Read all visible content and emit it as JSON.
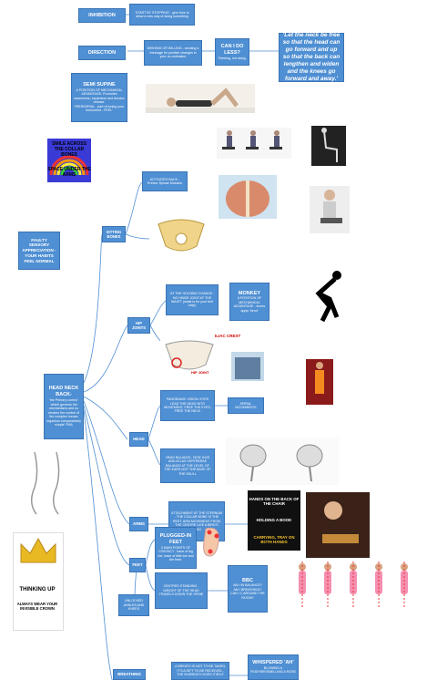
{
  "nodes": {
    "inhibition": "INHIBITION",
    "inhibition_detail": "'START BY STOPPING' - give time to allow a new way of doing something",
    "direction": "DIRECTION",
    "direction_detail": "WISHING OR WILLING - sending a message for positive changes in your co-ordination",
    "can_i_do_less_title": "CAN I DO LESS?",
    "can_i_do_less_body": "Thinking, not doing.",
    "quote": "'Let the neck be free so that the head can go forward and up so that the back can lengthen and widen and the knees go forward and away.'",
    "semi_supine_title": "SEMI SUPINE",
    "semi_supine_body": "A POSITION OF MECHANICAL ADVANTAGE. Promotes awareness, expansion and tension release.",
    "semi_supine_rehearsal": "'REHEARSAL - part of tuning your instrument - FEEL'",
    "smile": "SMILE ACROSS THE COLLAR BONES",
    "space_under_arms": "SPACE UNDER THE ARMS",
    "faulty_sensory": "FAULTY SENSORY APPRECIATION - YOUR HABITS FEEL NORMAL",
    "sitting_bones": "SITTING BONES",
    "erector": "ACTIVATES BACK - Erector Spinae Muscles",
    "hip_joints": "HIP JOINTS",
    "hip_detail": "'AT THE HOLDING CHANGE - NO HINGE JOINT AT THE WAIST' (waist is for your belt only!)",
    "monkey_title": "MONKEY",
    "monkey_body": "A POSITION OF MECHANICAL ADVANTAGE - knees apply 'bend'",
    "iliac_crest": "ILIAC CREST",
    "hip_joint_label": "HIP JOINT",
    "head_neck_back_title": "HEAD NECK BACK-",
    "head_neck_back_sub": "'the Primary control'",
    "head_neck_back_body": "'which governs the mechanisms and so renders the control of the complex human organism comparatively simple' FMA",
    "head": "HEAD",
    "panoramic": "PANORAMIC VISION. EYES LEAD THE HEAD INTO MOVEMENT. FREE THE EYES, FREE THE NECK",
    "spiral": "SPIRAL MOVEMENTS",
    "axis_atlas": "HEAD BALANCE, 'NOD' AXIS AND ATLAS VERTEBRAE BALANCE AT THE LEVEL OF THE EARS NOT THE BASE OF THE SKULL",
    "arms": "ARMS",
    "arms_detail": "ATTACHMENT AT THE STERNUM - THE COLLAR BONE IS THE REST. ARM MOVEMENT FROM THE CENTRE LIKE A BIRD'S WING",
    "holding_book_top": "HANDS ON THE BACK OF THE CHAIR",
    "holding_book": "HOLDING A BOOK",
    "holding_book_sub": "CARRYING, TRAY ON BOTH HANDS",
    "feet": "FEET",
    "plugged_in_title": "PLUGGED-IN FEET",
    "plugged_in_body": "3 MAIN POINTS OF CONTACT - base of big toe, base of little toe and the heel.",
    "centred": "CENTRED STANDING - WEIGHT OF THE HEAD TRAVELS DOWN THE SPINE",
    "unlocked": "UNLOCKED ANKLES AND KNEES",
    "bbc": "BBC",
    "bbc_1": "AM I IN BALANCE?",
    "bbc_2": "AM I BREATHING?",
    "bbc_3": "CAN I C AROUND THE ROOM?",
    "breathing": "BREATHING",
    "breath_detail": "A BREATH IS NOT TO BE TAKEN, IT'S A GIFT TO BE RECEIVED - THE IN-BREATH DOES ITSELF",
    "whispered_title": "WHISPERED 'AH'",
    "whispered_body": "BLOWING A FEATHER/SMELLING A ROSE",
    "thinking_up_title": "THINKING UP",
    "thinking_up_body": "ALWAYS WEAR YOUR INVISIBLE CROWN"
  },
  "colors": {
    "node": "#4f8fd3",
    "line": "#4f8fd3"
  }
}
